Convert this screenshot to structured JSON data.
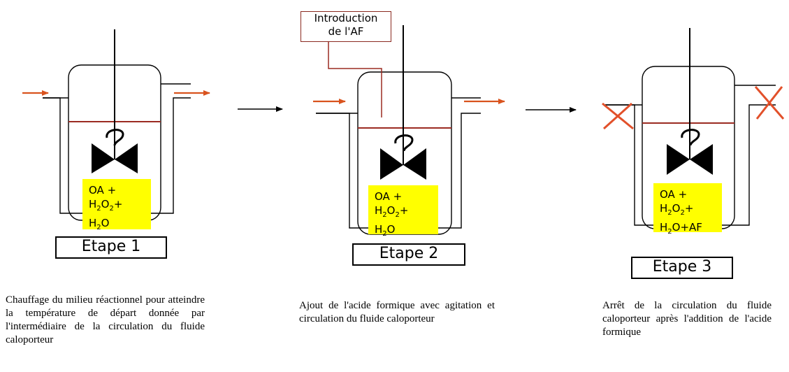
{
  "introduction_label": "Introduction de l'AF",
  "introduction_lines": [
    "Introduction",
    "de l'AF"
  ],
  "stages": [
    {
      "label": "Etape 1",
      "mixture": {
        "l1": "OA +",
        "l2a": "H",
        "l2s1": "2",
        "l2b": "O",
        "l2s2": "2",
        "l2c": "+",
        "l3a": "H",
        "l3s": "2",
        "l3b": "O"
      },
      "caption": "Chauffage du milieu réactionnel pour atteindre la température de départ donnée par l'intermédiaire de la circulation du fluide caloporteur"
    },
    {
      "label": "Etape 2",
      "mixture": {
        "l1": "OA +",
        "l2a": "H",
        "l2s1": "2",
        "l2b": "O",
        "l2s2": "2",
        "l2c": "+",
        "l3a": "H",
        "l3s": "2",
        "l3b": "O"
      },
      "caption": "Ajout de l'acide formique avec agitation et circulation du fluide caloporteur"
    },
    {
      "label": "Etape 3",
      "mixture": {
        "l1": "OA +",
        "l2a": "H",
        "l2s1": "2",
        "l2b": "O",
        "l2s2": "2",
        "l2c": "+",
        "l3a": "H",
        "l3s": "2",
        "l3b": "O+AF"
      },
      "caption": "Arrêt de la circulation du fluide caloporteur après l'addition de l'acide formique"
    }
  ],
  "colors": {
    "flow_arrow": "#d9531e",
    "liquid_level": "#9b2b22",
    "mixture_fill": "#ffff00",
    "cross": "#e2502a"
  }
}
